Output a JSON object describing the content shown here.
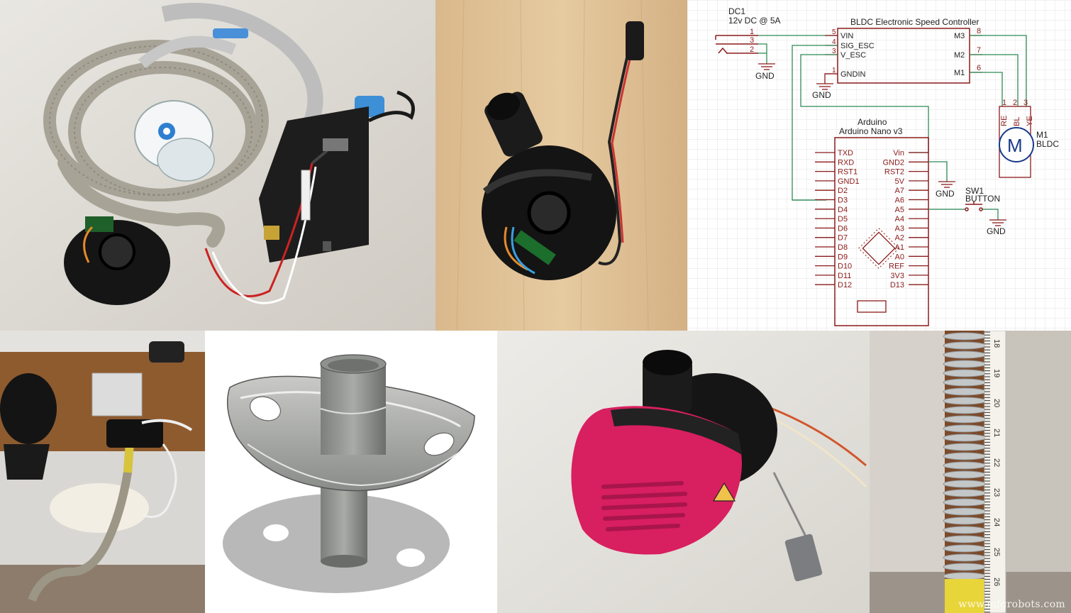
{
  "watermark": "www.mfgrobots.com",
  "panels": {
    "cpap_kit_photo": {},
    "blower_photo": {},
    "wiring_schematic": {
      "dc": {
        "ref": "DC1",
        "spec": "12v DC @ 5A",
        "pins": [
          "1",
          "3",
          "2"
        ]
      },
      "esc": {
        "title": "BLDC Electronic Speed Controller",
        "left_pins": [
          {
            "num": "5",
            "name": "VIN"
          },
          {
            "num": "4",
            "name": "SIG_ESC"
          },
          {
            "num": "3",
            "name": "V_ESC"
          },
          {
            "num": "1",
            "name": "GNDIN"
          }
        ],
        "right_pins": [
          {
            "num": "8",
            "name": "M3"
          },
          {
            "num": "7",
            "name": "M2"
          },
          {
            "num": "6",
            "name": "M1"
          }
        ]
      },
      "motor": {
        "ref": "M1",
        "type": "BLDC",
        "symbol": "M",
        "pins": [
          "1",
          "2",
          "3"
        ],
        "wires": [
          "RE",
          "BL",
          "YE"
        ]
      },
      "arduino": {
        "title1": "Arduino",
        "title2": "Arduino Nano v3",
        "left_pins": [
          "TXD",
          "RXD",
          "RST1",
          "GND1",
          "D2",
          "D3",
          "D4",
          "D5",
          "D6",
          "D7",
          "D8",
          "D9",
          "D10",
          "D11",
          "D12"
        ],
        "right_pins": [
          "Vin",
          "GND2",
          "RST2",
          "5V",
          "A7",
          "A6",
          "A5",
          "A4",
          "A3",
          "A2",
          "A1",
          "A0",
          "REF",
          "3V3",
          "D13"
        ]
      },
      "switch": {
        "ref": "SW1",
        "type": "BUTTON"
      },
      "gnd_label": "GND"
    },
    "mounted_hose_photo": {},
    "mouthpiece_cad_render": {},
    "respirator_cartridge_photo": {},
    "hose_ruler_photo": {
      "ruler_numbers": [
        "18",
        "19",
        "20",
        "21",
        "22",
        "23",
        "24",
        "25",
        "26"
      ]
    }
  }
}
